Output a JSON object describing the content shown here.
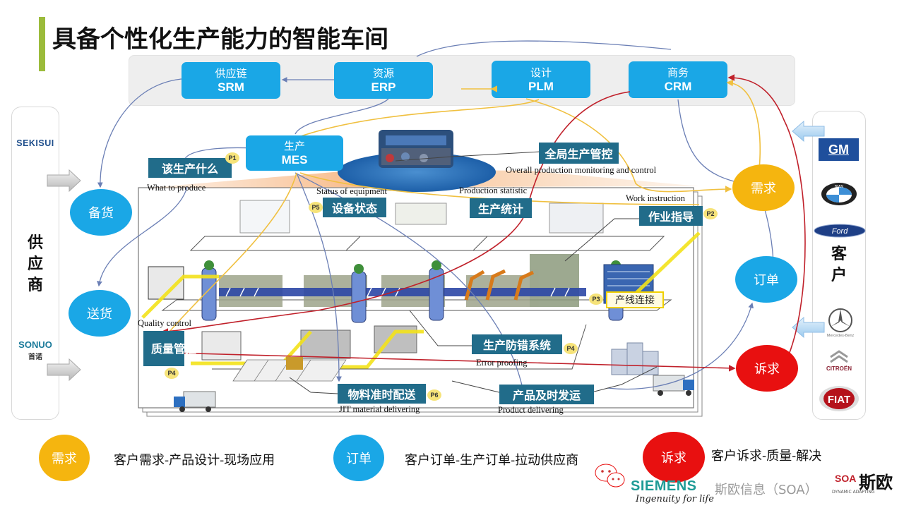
{
  "title": "具备个性化生产能力的智能车间",
  "systems": {
    "srm": {
      "cn": "供应链",
      "en": "SRM"
    },
    "erp": {
      "cn": "资源",
      "en": "ERP"
    },
    "plm": {
      "cn": "设计",
      "en": "PLM"
    },
    "crm": {
      "cn": "商务",
      "en": "CRM"
    },
    "mes": {
      "cn": "生产",
      "en": "MES"
    }
  },
  "suppliers": {
    "label": "供应商",
    "logos": [
      "SEKISUI",
      "SONUO",
      "首诺"
    ]
  },
  "customers": {
    "label": "客户",
    "logos": [
      "GM",
      "BMW",
      "Ford",
      "Mercedes-Benz",
      "CITROËN",
      "FIAT"
    ]
  },
  "nodes": {
    "stock": "备货",
    "deliver": "送货",
    "demand": "需求",
    "order": "订单",
    "complaint": "诉求"
  },
  "workshop_labels": [
    {
      "cn": "该生产什么",
      "en": "What to produce",
      "badge": "P1"
    },
    {
      "cn": "全局生产管控",
      "en": "Overall production monitoring and control",
      "badge": ""
    },
    {
      "cn": "设备状态",
      "en": "Status of equipment",
      "badge": "P5"
    },
    {
      "cn": "生产统计",
      "en": "Production statistic",
      "badge": ""
    },
    {
      "cn": "作业指导",
      "en": "Work instruction",
      "badge": "P2"
    },
    {
      "cn": "产线连接",
      "en": "",
      "badge": "P3"
    },
    {
      "cn": "质量管控",
      "en": "Quality control",
      "badge": "P4"
    },
    {
      "cn": "生产防错系统",
      "en": "Error proofing",
      "badge": "P4"
    },
    {
      "cn": "物料准时配送",
      "en": "JIT material delivering",
      "badge": "P6"
    },
    {
      "cn": "产品及时发运",
      "en": "Product delivering",
      "badge": ""
    }
  ],
  "legend": [
    {
      "node": "需求",
      "text": "客户需求-产品设计-现场应用",
      "color": "#f5b50f"
    },
    {
      "node": "订单",
      "text": "客户订单-生产订单-拉动供应商",
      "color": "#1aa7e6"
    },
    {
      "node": "诉求",
      "text": "客户诉求-质量-解决",
      "color": "#e81010"
    }
  ],
  "branding": {
    "siemens": "SIEMENS",
    "siemens_tagline": "Ingenuity for life",
    "watermark": "斯欧信息（SOA）",
    "soa_logo": "SOA",
    "soa_cn": "斯欧",
    "soa_sub": "DYNAMIC ADAPTING"
  },
  "colors": {
    "system_blue": "#1aa7e6",
    "label_teal": "#216c8a",
    "demand_yellow": "#f5b50f",
    "complaint_red": "#e81010",
    "title_accent": "#9bbb3b"
  }
}
